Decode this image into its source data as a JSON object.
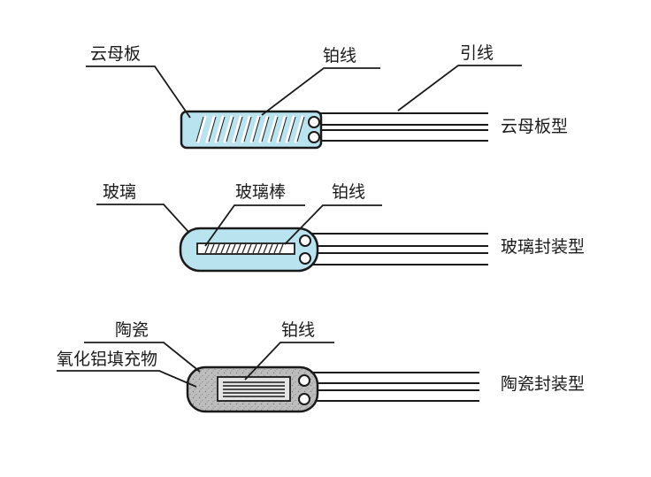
{
  "diagram": {
    "mica": {
      "part_mica_plate": "云母板",
      "part_platinum_wire": "铂线",
      "part_lead_wire": "引线",
      "type_label": "云母板型"
    },
    "glass": {
      "part_glass": "玻璃",
      "part_glass_rod": "玻璃棒",
      "part_platinum_wire": "铂线",
      "type_label": "玻璃封装型"
    },
    "ceramic": {
      "part_ceramic": "陶瓷",
      "part_alumina_filler": "氧化铝填充物",
      "part_platinum_wire": "铂线",
      "type_label": "陶瓷封装型"
    }
  },
  "colors": {
    "line": "#1a1a1a",
    "mica_fill": "#b9e3ee",
    "glass_fill": "#b9e3ee",
    "ceramic_fill": "#b9b9b9"
  }
}
